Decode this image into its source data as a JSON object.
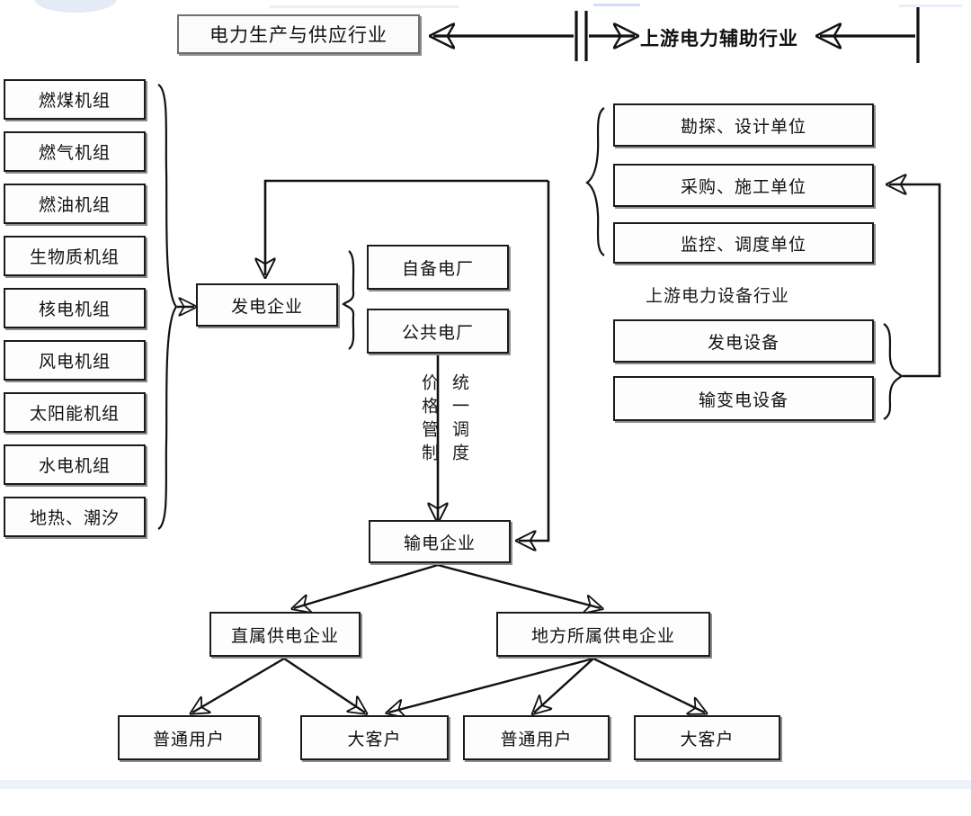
{
  "diagram": {
    "title_left": "电力生产与供应行业",
    "title_right": "上游电力辅助行业",
    "generation_units": [
      "燃煤机组",
      "燃气机组",
      "燃油机组",
      "生物质机组",
      "核电机组",
      "风电机组",
      "太阳能机组",
      "水电机组",
      "地热、潮汐"
    ],
    "generation_company": "发电企业",
    "plant_types": [
      "自备电厂",
      "公共电厂"
    ],
    "flow_labels": [
      "价格管制",
      "统一调度"
    ],
    "transmission_company": "输电企业",
    "supply_companies": [
      "直属供电企业",
      "地方所属供电企业"
    ],
    "customers": [
      "普通用户",
      "大客户",
      "普通用户",
      "大客户"
    ],
    "auxiliary_units": [
      "勘探、设计单位",
      "采购、施工单位",
      "监控、调度单位"
    ],
    "equipment_section_label": "上游电力设备行业",
    "equipment_units": [
      "发电设备",
      "输变电设备"
    ],
    "colors": {
      "line": "#111111",
      "box_border": "#1b1b1b",
      "box_fill": "#fdfdfd",
      "shadow": "#8d8d8d",
      "chrome": "#e7ecf7"
    }
  }
}
